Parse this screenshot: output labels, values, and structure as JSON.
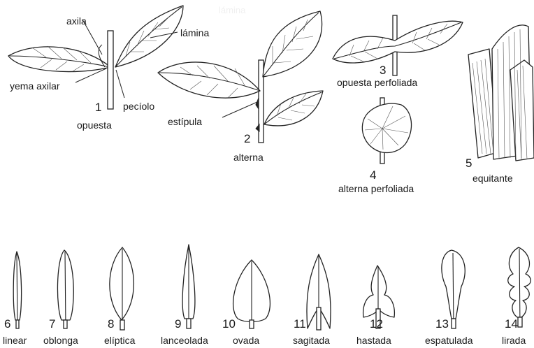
{
  "faint_label": "lámina",
  "labels": {
    "axila": "axila",
    "lamina": "lámina",
    "yema_axilar": "yema axilar",
    "peciolo": "pecíolo",
    "estipula": "estípula"
  },
  "figures": [
    {
      "num": "1",
      "name": "opuesta"
    },
    {
      "num": "2",
      "name": "alterna"
    },
    {
      "num": "3",
      "name": "opuesta perfoliada"
    },
    {
      "num": "4",
      "name": "alterna perfoliada"
    },
    {
      "num": "5",
      "name": "equitante"
    }
  ],
  "shapes": [
    {
      "num": "6",
      "name": "linear"
    },
    {
      "num": "7",
      "name": "oblonga"
    },
    {
      "num": "8",
      "name": "elíptica"
    },
    {
      "num": "9",
      "name": "lanceolada"
    },
    {
      "num": "10",
      "name": "ovada"
    },
    {
      "num": "11",
      "name": "sagitada"
    },
    {
      "num": "12",
      "name": "hastada"
    },
    {
      "num": "13",
      "name": "espatulada"
    },
    {
      "num": "14",
      "name": "lirada"
    }
  ]
}
